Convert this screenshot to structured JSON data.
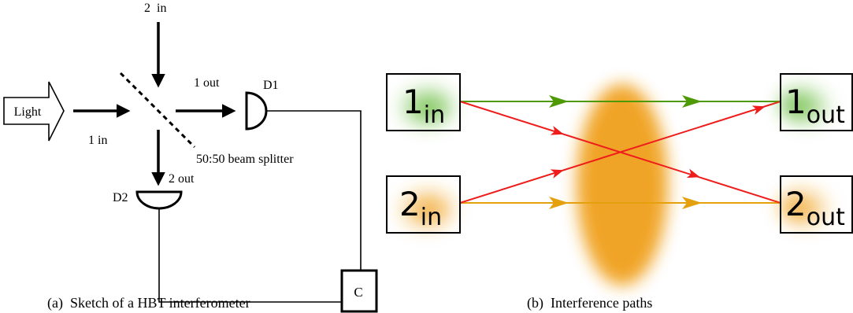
{
  "panel_a": {
    "input_light": "Light",
    "port_1_in": "1 in",
    "port_2_in": "2  in",
    "port_1_out": "1 out",
    "port_2_out": "2 out",
    "detector_1": "D1",
    "detector_2": "D2",
    "splitter_label": "50:50 beam splitter",
    "correlator": "C",
    "caption": "(a)  Sketch of a HBT interferometer"
  },
  "panel_b": {
    "inputs": [
      {
        "main": "1",
        "sub": "in",
        "color": "#5fb833"
      },
      {
        "main": "2",
        "sub": "in",
        "color": "#f0a01a"
      }
    ],
    "outputs": [
      {
        "main": "1",
        "sub": "out",
        "color": "#5fb833"
      },
      {
        "main": "2",
        "sub": "out",
        "color": "#f0a01a"
      }
    ],
    "path_colors": {
      "straight_1": "#4e9a06",
      "crossing": "#ef1c1c",
      "straight_2": "#e5a00d"
    },
    "interaction_region_color": "#f0a01a",
    "caption": "(b)  Interference paths"
  }
}
